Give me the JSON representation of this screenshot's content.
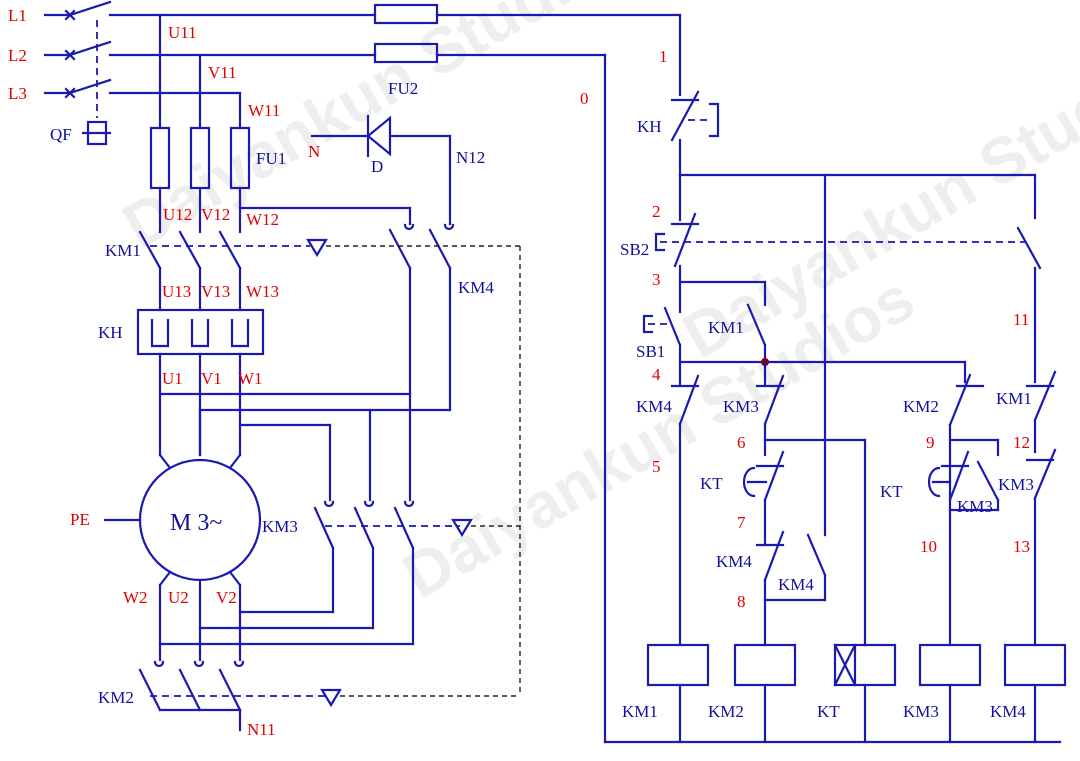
{
  "colors": {
    "wire": "#1a1ab0",
    "label_red": "#e00000",
    "label_blue": "#10109a",
    "background": "#ffffff"
  },
  "watermark": "Daiyankun Studios",
  "labels": {
    "L1": "L1",
    "L2": "L2",
    "L3": "L3",
    "QF": "QF",
    "U11": "U11",
    "V11": "V11",
    "W11": "W11",
    "FU1": "FU1",
    "FU2": "FU2",
    "U12": "U12",
    "V12": "V12",
    "W12": "W12",
    "U13": "U13",
    "V13": "V13",
    "W13": "W13",
    "U1": "U1",
    "V1": "V1",
    "W1": "W1",
    "U2": "U2",
    "V2": "V2",
    "W2": "W2",
    "N": "N",
    "D": "D",
    "N12": "N12",
    "N11": "N11",
    "PE": "PE",
    "motor": "M 3~",
    "KM1": "KM1",
    "KM2": "KM2",
    "KM3": "KM3",
    "KM4": "KM4",
    "KH": "KH",
    "KT": "KT",
    "SB1": "SB1",
    "SB2": "SB2"
  },
  "nodes": [
    "0",
    "1",
    "2",
    "3",
    "4",
    "5",
    "6",
    "7",
    "8",
    "9",
    "10",
    "11",
    "12",
    "13"
  ],
  "coils": [
    "KM1",
    "KM2",
    "KT",
    "KM3",
    "KM4"
  ]
}
